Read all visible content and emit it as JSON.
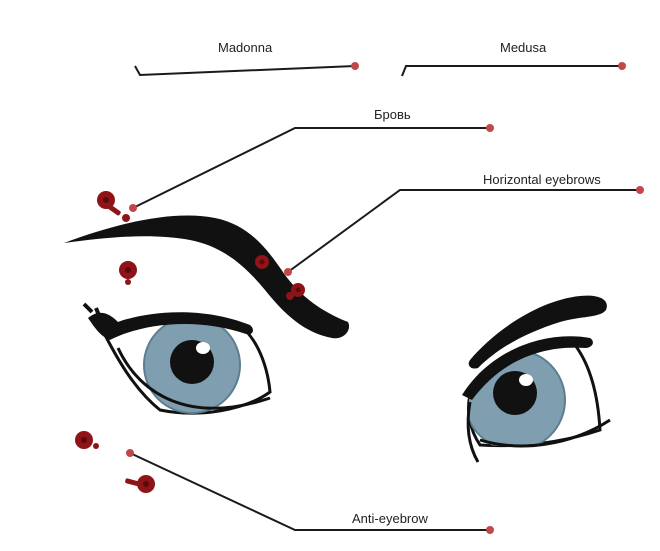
{
  "labels": {
    "madonna": "Madonna",
    "medusa": "Medusa",
    "brov": "Бровь",
    "horizontal_eyebrows": "Horizontal eyebrows",
    "anti_eyebrow": "Anti-eyebrow"
  },
  "colors": {
    "line": "#1a1a1a",
    "marker": "#c2474a",
    "jewel": "#8e1418",
    "iris": "#7f9fb0",
    "iris_dark": "#5c7e90",
    "pupil": "#111111",
    "sclera": "#ffffff",
    "ink": "#111111"
  },
  "icons": {
    "piercing": "bead-piercing-icon"
  }
}
